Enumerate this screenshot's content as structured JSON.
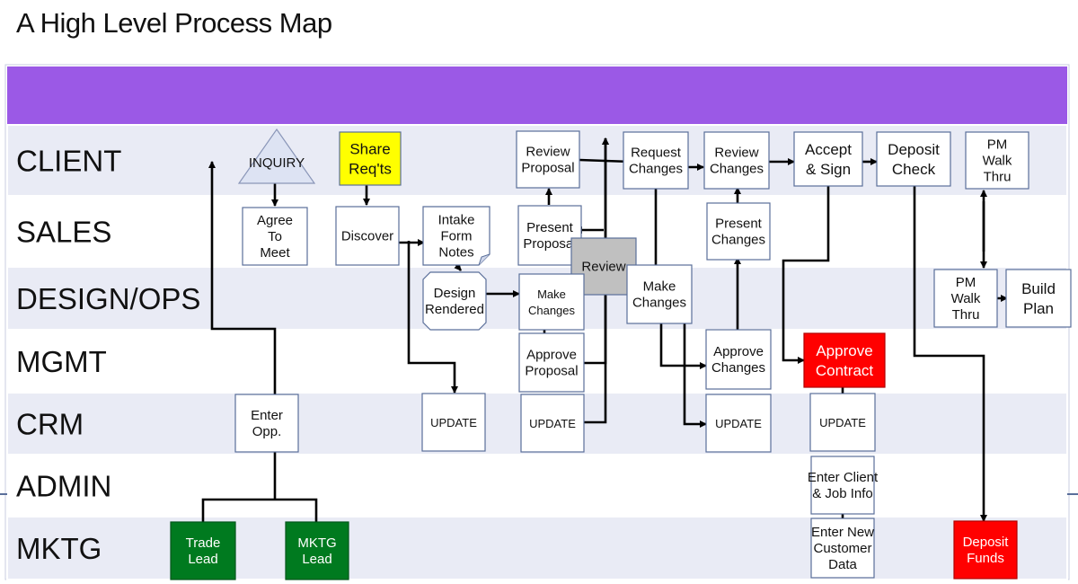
{
  "title": "A High Level Process Map",
  "colors": {
    "header_band": "#9b59e6",
    "lane_light": "#e9ebf5",
    "lane_white": "#ffffff",
    "box_fill": "#ffffff",
    "box_border": "#5a6f9a",
    "yellow": "#ffff00",
    "gray": "#c0c0c0",
    "red": "#ff0000",
    "green": "#007a1f"
  },
  "lanes": [
    {
      "id": "client",
      "label": "CLIENT"
    },
    {
      "id": "sales",
      "label": "SALES"
    },
    {
      "id": "design_ops",
      "label": "DESIGN/OPS"
    },
    {
      "id": "mgmt",
      "label": "MGMT"
    },
    {
      "id": "crm",
      "label": "CRM"
    },
    {
      "id": "admin",
      "label": "ADMIN"
    },
    {
      "id": "mktg",
      "label": "MKTG"
    }
  ],
  "nodes": [
    {
      "id": "inquiry",
      "lines": [
        "INQUIRY"
      ],
      "shape": "triangle",
      "fill": "#dde3f3"
    },
    {
      "id": "share_reqs",
      "lines": [
        "Share",
        "Req'ts"
      ],
      "fill": "#ffff00"
    },
    {
      "id": "review_proposal",
      "lines": [
        "Review",
        "Proposal"
      ]
    },
    {
      "id": "request_changes",
      "lines": [
        "Request",
        "Changes"
      ]
    },
    {
      "id": "review_changes",
      "lines": [
        "Review",
        "Changes"
      ]
    },
    {
      "id": "accept_sign",
      "lines": [
        "Accept",
        "& Sign"
      ]
    },
    {
      "id": "deposit_check",
      "lines": [
        "Deposit",
        "Check"
      ]
    },
    {
      "id": "pm_walk_thru_client",
      "lines": [
        "PM",
        "Walk",
        "Thru"
      ]
    },
    {
      "id": "agree_to_meet",
      "lines": [
        "Agree",
        "To",
        "Meet"
      ]
    },
    {
      "id": "discover",
      "lines": [
        "Discover"
      ]
    },
    {
      "id": "intake_form_notes",
      "lines": [
        "Intake",
        "Form",
        "Notes"
      ],
      "shape": "note"
    },
    {
      "id": "present_proposal",
      "lines": [
        "Present",
        "Proposal"
      ]
    },
    {
      "id": "review",
      "lines": [
        "Review"
      ],
      "fill": "#c0c0c0"
    },
    {
      "id": "present_changes",
      "lines": [
        "Present",
        "Changes"
      ]
    },
    {
      "id": "design_rendered",
      "lines": [
        "Design",
        "Rendered"
      ],
      "shape": "octagon"
    },
    {
      "id": "make_changes_1",
      "lines": [
        "Make",
        "Changes"
      ]
    },
    {
      "id": "make_changes_2",
      "lines": [
        "Make",
        "Changes"
      ]
    },
    {
      "id": "pm_walk_thru_ops",
      "lines": [
        "PM",
        "Walk",
        "Thru"
      ]
    },
    {
      "id": "build_plan",
      "lines": [
        "Build",
        "Plan"
      ]
    },
    {
      "id": "approve_proposal",
      "lines": [
        "Approve",
        "Proposal"
      ]
    },
    {
      "id": "approve_changes",
      "lines": [
        "Approve",
        "Changes"
      ]
    },
    {
      "id": "approve_contract",
      "lines": [
        "Approve",
        "Contract"
      ],
      "fill": "#ff0000"
    },
    {
      "id": "enter_opp",
      "lines": [
        "Enter",
        "Opp."
      ]
    },
    {
      "id": "update_1",
      "lines": [
        "UPDATE"
      ]
    },
    {
      "id": "update_2",
      "lines": [
        "UPDATE"
      ]
    },
    {
      "id": "update_3",
      "lines": [
        "UPDATE"
      ]
    },
    {
      "id": "update_4",
      "lines": [
        "UPDATE"
      ]
    },
    {
      "id": "enter_client_job_info",
      "lines": [
        "Enter Client",
        "& Job Info"
      ]
    },
    {
      "id": "trade_lead",
      "lines": [
        "Trade",
        "Lead"
      ],
      "fill": "#007a1f"
    },
    {
      "id": "mktg_lead",
      "lines": [
        "MKTG",
        "Lead"
      ],
      "fill": "#007a1f"
    },
    {
      "id": "enter_new_customer_data",
      "lines": [
        "Enter New",
        "Customer",
        "Data"
      ]
    },
    {
      "id": "deposit_funds",
      "lines": [
        "Deposit",
        "Funds"
      ],
      "fill": "#ff0000"
    }
  ]
}
